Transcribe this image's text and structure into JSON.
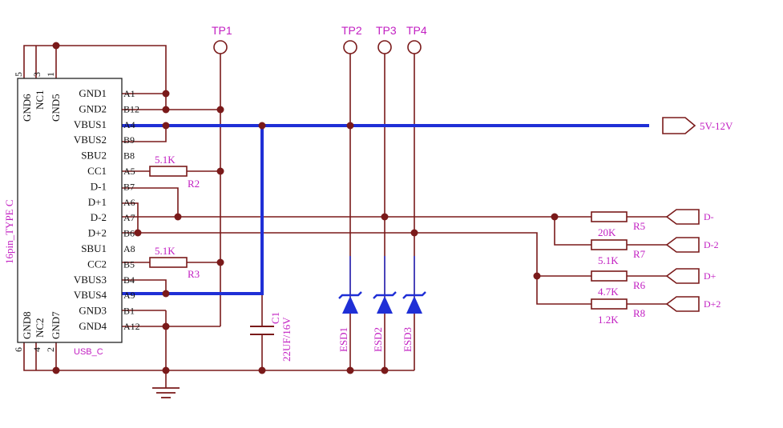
{
  "connector": {
    "part_name": "16pin_TYPE C",
    "ref": "USB_C",
    "top_pins": [
      {
        "name": "GND6",
        "num": "5"
      },
      {
        "name": "NC1",
        "num": "3"
      },
      {
        "name": "GND5",
        "num": "1"
      }
    ],
    "bottom_pins": [
      {
        "name": "GND8",
        "num": "6"
      },
      {
        "name": "NC2",
        "num": "4"
      },
      {
        "name": "GND7",
        "num": "2"
      }
    ],
    "right_pins": [
      {
        "name": "GND1",
        "num": "A1"
      },
      {
        "name": "GND2",
        "num": "B12"
      },
      {
        "name": "VBUS1",
        "num": "A4"
      },
      {
        "name": "VBUS2",
        "num": "B9"
      },
      {
        "name": "SBU2",
        "num": "B8"
      },
      {
        "name": "CC1",
        "num": "A5"
      },
      {
        "name": "D-1",
        "num": "B7"
      },
      {
        "name": "D+1",
        "num": "A6"
      },
      {
        "name": "D-2",
        "num": "A7"
      },
      {
        "name": "D+2",
        "num": "B6"
      },
      {
        "name": "SBU1",
        "num": "A8"
      },
      {
        "name": "CC2",
        "num": "B5"
      },
      {
        "name": "VBUS3",
        "num": "B4"
      },
      {
        "name": "VBUS4",
        "num": "A9"
      },
      {
        "name": "GND3",
        "num": "B1"
      },
      {
        "name": "GND4",
        "num": "A12"
      }
    ]
  },
  "test_points": {
    "tp1": "TP1",
    "tp2": "TP2",
    "tp3": "TP3",
    "tp4": "TP4"
  },
  "resistors": {
    "r2": {
      "ref": "R2",
      "value": "5.1K"
    },
    "r3": {
      "ref": "R3",
      "value": "5.1K"
    },
    "r5": {
      "ref": "R5",
      "value": "20K"
    },
    "r7": {
      "ref": "R7",
      "value": "5.1K"
    },
    "r6": {
      "ref": "R6",
      "value": "4.7K"
    },
    "r8": {
      "ref": "R8",
      "value": "1.2K"
    }
  },
  "capacitor": {
    "ref": "C1",
    "value": "22UF/16V"
  },
  "esd": {
    "esd1": "ESD1",
    "esd2": "ESD2",
    "esd3": "ESD3"
  },
  "ports": {
    "power": "5V-12V",
    "dm": "D-",
    "dm2": "D-2",
    "dp": "D+",
    "dp2": "D+2"
  },
  "colors": {
    "wire": "#7a1a1a",
    "bus": "#1f2fd6",
    "label": "#c21fc2"
  }
}
